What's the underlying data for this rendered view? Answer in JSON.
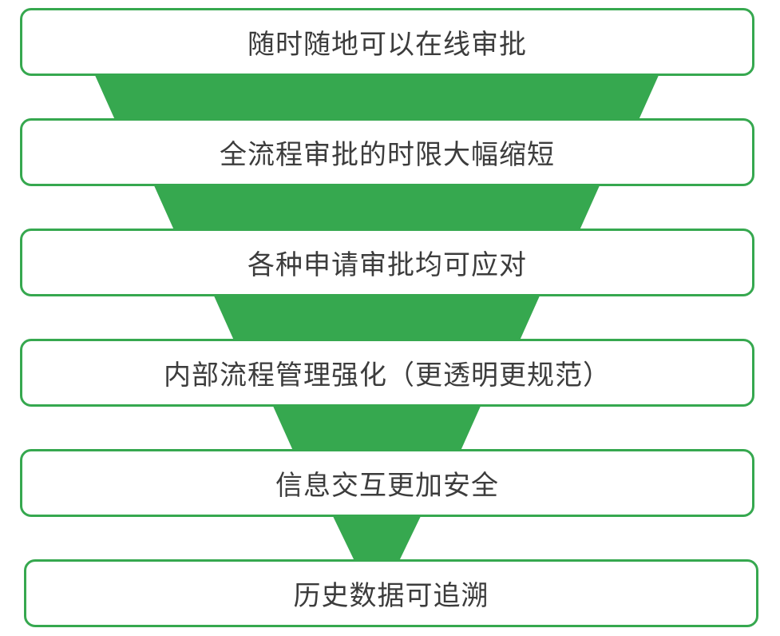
{
  "colors": {
    "accent": "#36a84f",
    "text": "#3c3c3c",
    "box_fill": "#ffffff"
  },
  "stages": [
    {
      "label": "随时随地可以在线审批"
    },
    {
      "label": "全流程审批的时限大幅缩短"
    },
    {
      "label": "各种申请审批均可应对"
    },
    {
      "label": "内部流程管理强化（更透明更规范）"
    },
    {
      "label": "信息交互更加安全"
    },
    {
      "label": "历史数据可追溯"
    }
  ]
}
